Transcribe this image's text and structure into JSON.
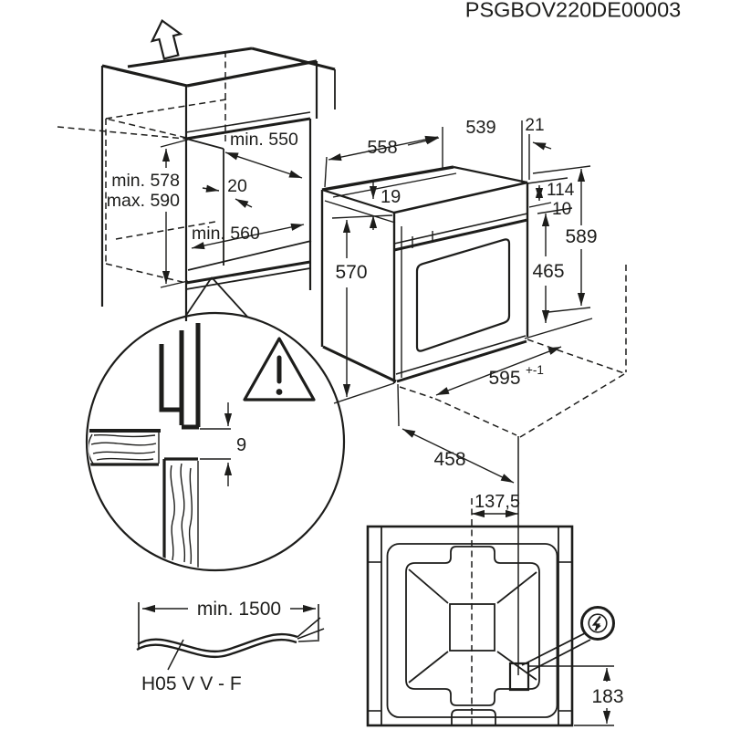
{
  "title": "PSGBOV220DE00003",
  "cabinet": {
    "niche_depth": "min. 550",
    "rear_gap": "20",
    "niche_width": "min. 560",
    "niche_height_min": "min. 578",
    "niche_height_max": "max. 590"
  },
  "oven": {
    "depth": "558",
    "body_depth": "539",
    "rear_offset": "21",
    "top_lip": "19",
    "body_height": "570",
    "panel_height": "114",
    "gap": "10",
    "total_height": "589",
    "door_height": "465",
    "front_width": "595",
    "front_width_tolerance": "+-1",
    "base_depth": "458"
  },
  "detail": {
    "clearance": "9"
  },
  "rear_view": {
    "mains_offset_horizontal": "137,5",
    "mains_offset_vertical": "183"
  },
  "cable": {
    "length": "min. 1500",
    "type": "H05 V V - F"
  }
}
